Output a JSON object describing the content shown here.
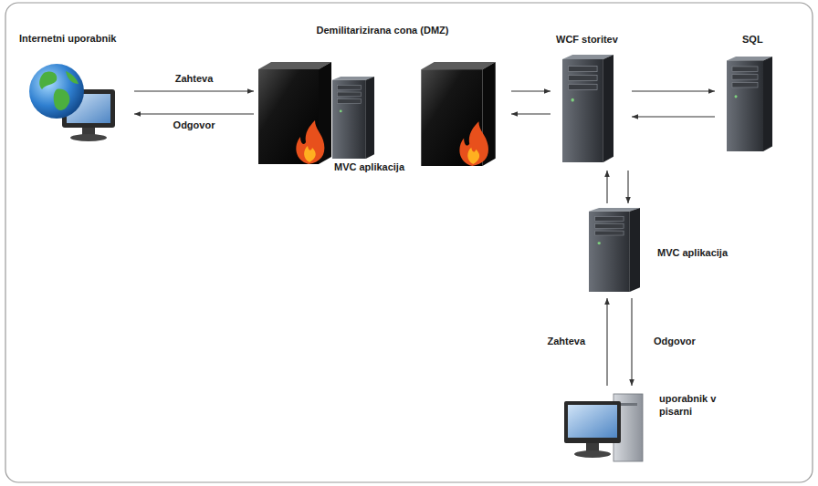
{
  "diagram": {
    "nodes": [
      {
        "text": [
          "Internetni uporabnik"
        ]
      },
      {
        "text": [
          "Demilitarizirana cona (DMZ)"
        ]
      },
      {
        "text": [
          "MVC aplikacija"
        ],
        "in": 1
      },
      {
        "text": [
          "WCF storitev"
        ]
      },
      {
        "text": [
          "SQL"
        ]
      },
      {
        "text": [
          "MVC aplikacija"
        ]
      },
      {
        "text": [
          "uporabnik v pisarni"
        ]
      }
    ],
    "edges": [
      {
        "from": 0,
        "to": 1,
        "arrow": "to",
        "label": "Zahteva"
      },
      {
        "from": 1,
        "to": 0,
        "arrow": "to",
        "label": "Odgovor"
      },
      {
        "from": 1,
        "to": 3,
        "arrow": "to"
      },
      {
        "from": 3,
        "to": 1,
        "arrow": "to"
      },
      {
        "from": 3,
        "to": 4,
        "arrow": "to"
      },
      {
        "from": 4,
        "to": 3,
        "arrow": "to"
      },
      {
        "from": 3,
        "to": 5,
        "arrow": "to"
      },
      {
        "from": 5,
        "to": 3,
        "arrow": "to"
      },
      {
        "from": 6,
        "to": 5,
        "arrow": "to",
        "label": "Zahteva"
      },
      {
        "from": 5,
        "to": 6,
        "arrow": "to",
        "label": "Odgovor"
      }
    ]
  }
}
